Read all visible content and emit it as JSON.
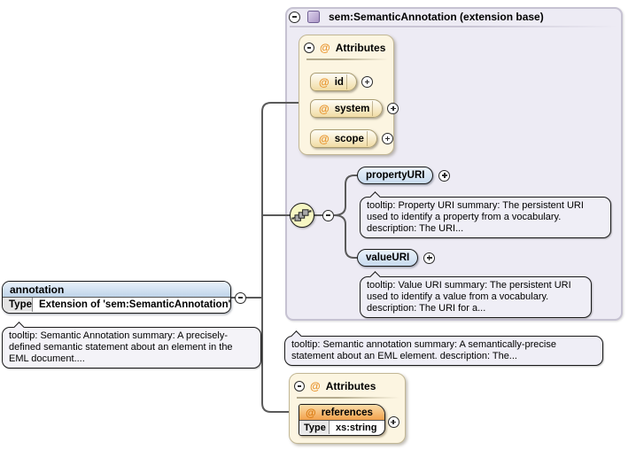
{
  "glyphs": {
    "at": "@"
  },
  "colors": {
    "panel_bg": "#edebf4",
    "element_fill": "#c7daee",
    "attribute_group_bg": "#fcf5e1",
    "attribute_pill_fill": "#f1dca4",
    "references_header_fill": "#f2a14c",
    "sequence_icon_fill": "#f6f6c3",
    "connector": "#5a5a5a",
    "at_symbol": "#e8922a"
  },
  "root_element": {
    "name": "annotation",
    "type_row": {
      "label": "Type",
      "value": "Extension of 'sem:SemanticAnnotation'"
    },
    "tooltip": "tooltip: Semantic Annotation summary: A precisely-defined semantic statement about an element in the EML document...."
  },
  "extension_panel": {
    "title": "sem:SemanticAnnotation (extension base)",
    "attributes_group": {
      "label": "Attributes",
      "items": [
        {
          "name": "id"
        },
        {
          "name": "system"
        },
        {
          "name": "scope"
        }
      ]
    },
    "sequence_children": [
      {
        "name": "propertyURI",
        "tooltip": "tooltip: Property URI summary: The persistent URI used to identify a property from a vocabulary. description: The URI..."
      },
      {
        "name": "valueURI",
        "tooltip": "tooltip: Value URI summary: The persistent URI used to identify a value from a vocabulary. description: The URI for a..."
      }
    ]
  },
  "type_tooltip": "tooltip: Semantic annotation summary: A semantically-precise statement about an EML element. description: The...",
  "local_attributes_group": {
    "label": "Attributes",
    "attribute": {
      "name": "references",
      "type_row": {
        "label": "Type",
        "value": "xs:string"
      }
    }
  }
}
